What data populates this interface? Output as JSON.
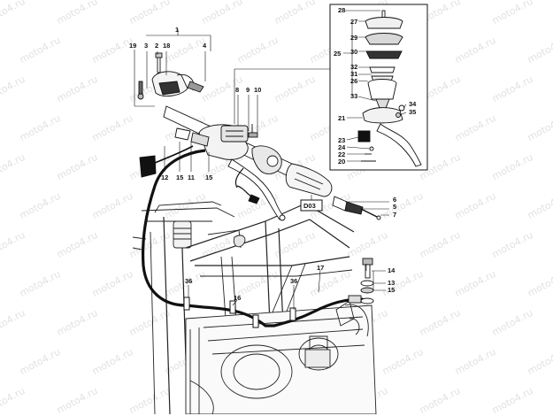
{
  "watermark": "moto4.ru",
  "group_code": "D03",
  "callouts": {
    "n1": "1",
    "n2": "2",
    "n3": "3",
    "n4": "4",
    "n5": "5",
    "n6": "6",
    "n7": "7",
    "n8": "8",
    "n9": "9",
    "n10": "10",
    "n11": "11",
    "n12": "12",
    "n13": "13",
    "n14": "14",
    "n15": "15",
    "n15b": "15",
    "n15c": "15",
    "n16": "16",
    "n17": "17",
    "n18": "18",
    "n19": "19",
    "n20": "20",
    "n21": "21",
    "n22": "22",
    "n23": "23",
    "n24": "24",
    "n25": "25",
    "n26": "26",
    "n27": "27",
    "n28": "28",
    "n29": "29",
    "n30": "30",
    "n31": "31",
    "n32": "32",
    "n33": "33",
    "n34": "34",
    "n35": "35",
    "n36": "36",
    "n36b": "36"
  }
}
